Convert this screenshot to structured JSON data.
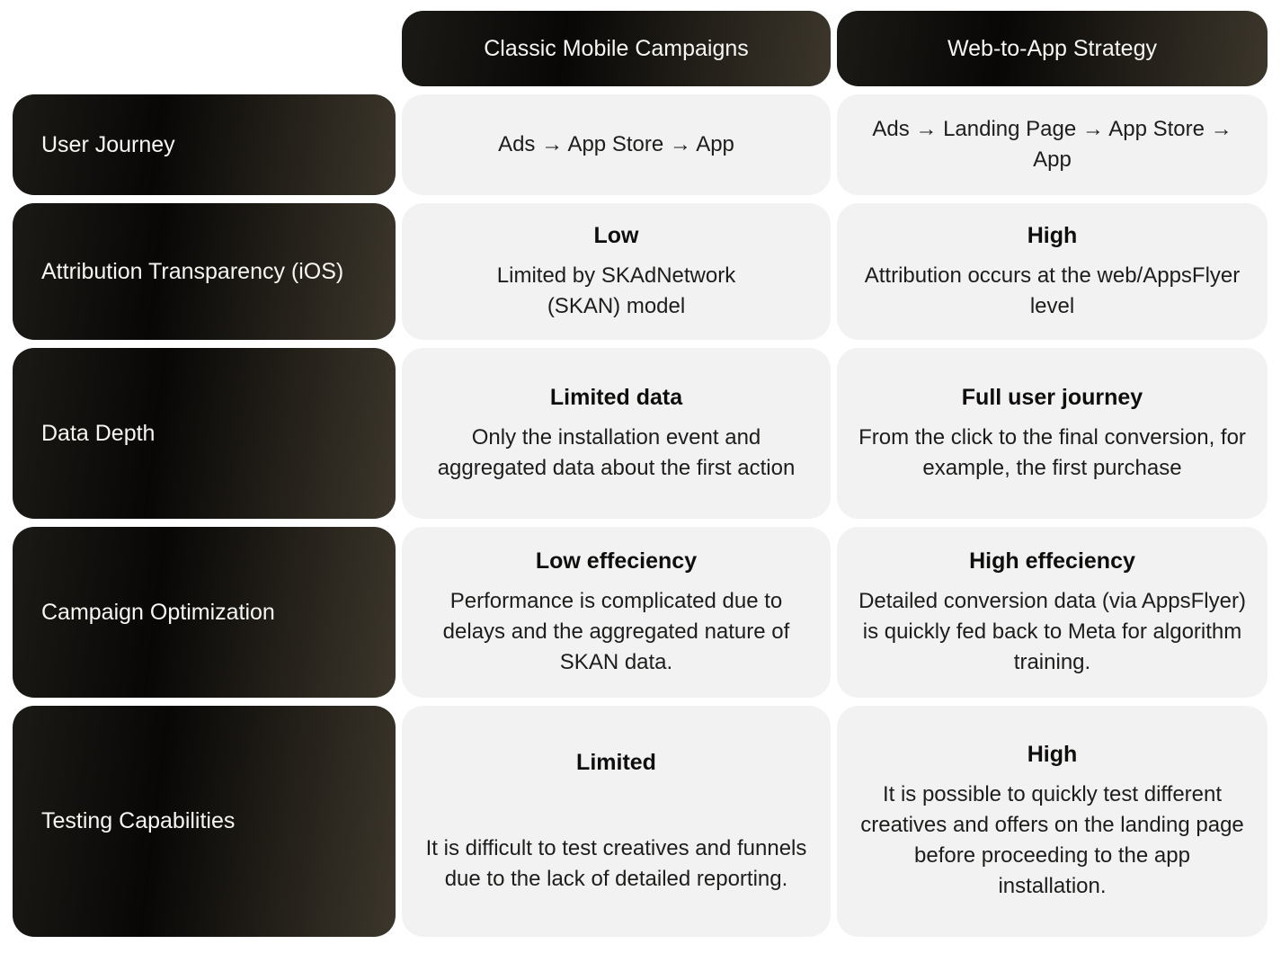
{
  "comparison_table": {
    "columns": [
      {
        "label": "Classic Mobile Campaigns"
      },
      {
        "label": "Web-to-App Strategy"
      }
    ],
    "rows": [
      {
        "label": "User Journey",
        "classic": {
          "body": "Ads → App Store → App"
        },
        "web": {
          "body": "Ads → Landing Page → App Store → App"
        }
      },
      {
        "label": "Attribution Transparency (iOS)",
        "classic": {
          "title": "Low",
          "body": "Limited by SKAdNetwork (SKAN) model"
        },
        "web": {
          "title": "High",
          "body": "Attribution occurs at the web/AppsFlyer level"
        }
      },
      {
        "label": "Data Depth",
        "classic": {
          "title": "Limited data",
          "body": "Only the installation event and aggregated data about the first action"
        },
        "web": {
          "title": "Full user journey",
          "body": "From the click to the final conversion, for example, the first purchase"
        }
      },
      {
        "label": "Campaign Optimization",
        "classic": {
          "title": "Low effeciency",
          "body": "Performance is complicated due to delays and the aggregated nature of SKAN data."
        },
        "web": {
          "title": "High effeciency",
          "body": "Detailed conversion data (via AppsFlyer) is quickly fed back to Meta for algorithm training."
        }
      },
      {
        "label": "Testing Capabilities",
        "classic": {
          "title": "Limited",
          "body": "It is difficult to test creatives and funnels due to the lack of detailed reporting."
        },
        "web": {
          "title": "High",
          "body": "It is possible to quickly test different creatives and offers on the landing page before proceeding to the app installation."
        }
      }
    ],
    "colors": {
      "dark_cell_gradient_start": "#1c1a16",
      "dark_cell_gradient_mid": "#080706",
      "dark_cell_gradient_end": "#3c362b",
      "light_cell_background": "#f2f2f2",
      "dark_cell_text": "#f7f6f3",
      "light_cell_text": "#1e1d1b"
    }
  }
}
